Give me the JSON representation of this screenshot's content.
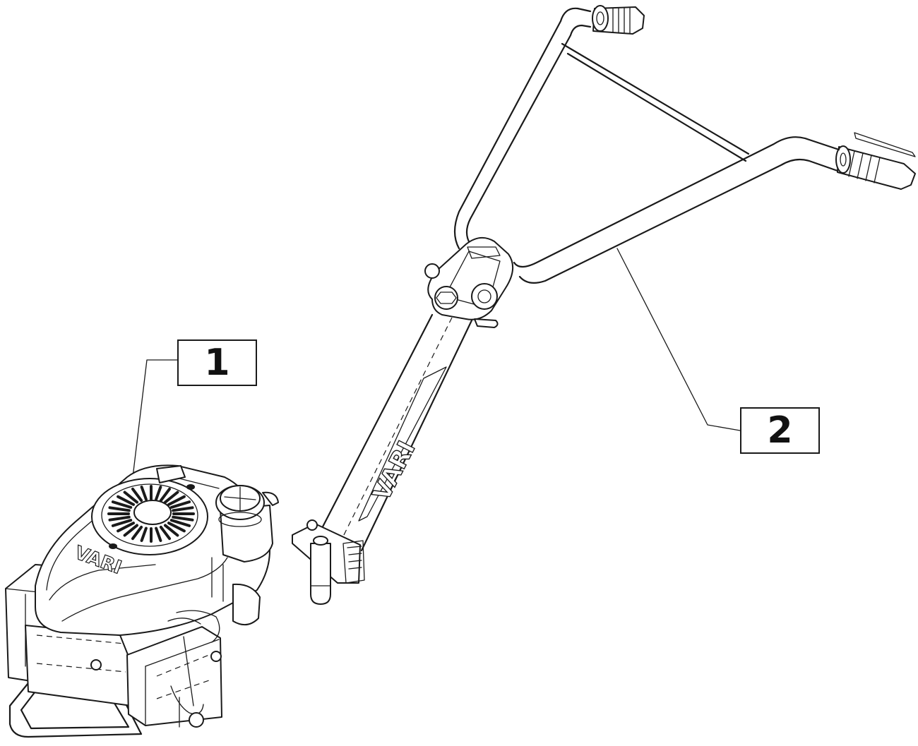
{
  "diagram": {
    "brand_mark_engine": "VARI",
    "brand_mark_arm": "VARI",
    "callouts": [
      {
        "label": "1",
        "part": "engine"
      },
      {
        "label": "2",
        "part": "handlebar"
      }
    ],
    "line_color": "#1a1a1a",
    "background": "#ffffff"
  }
}
